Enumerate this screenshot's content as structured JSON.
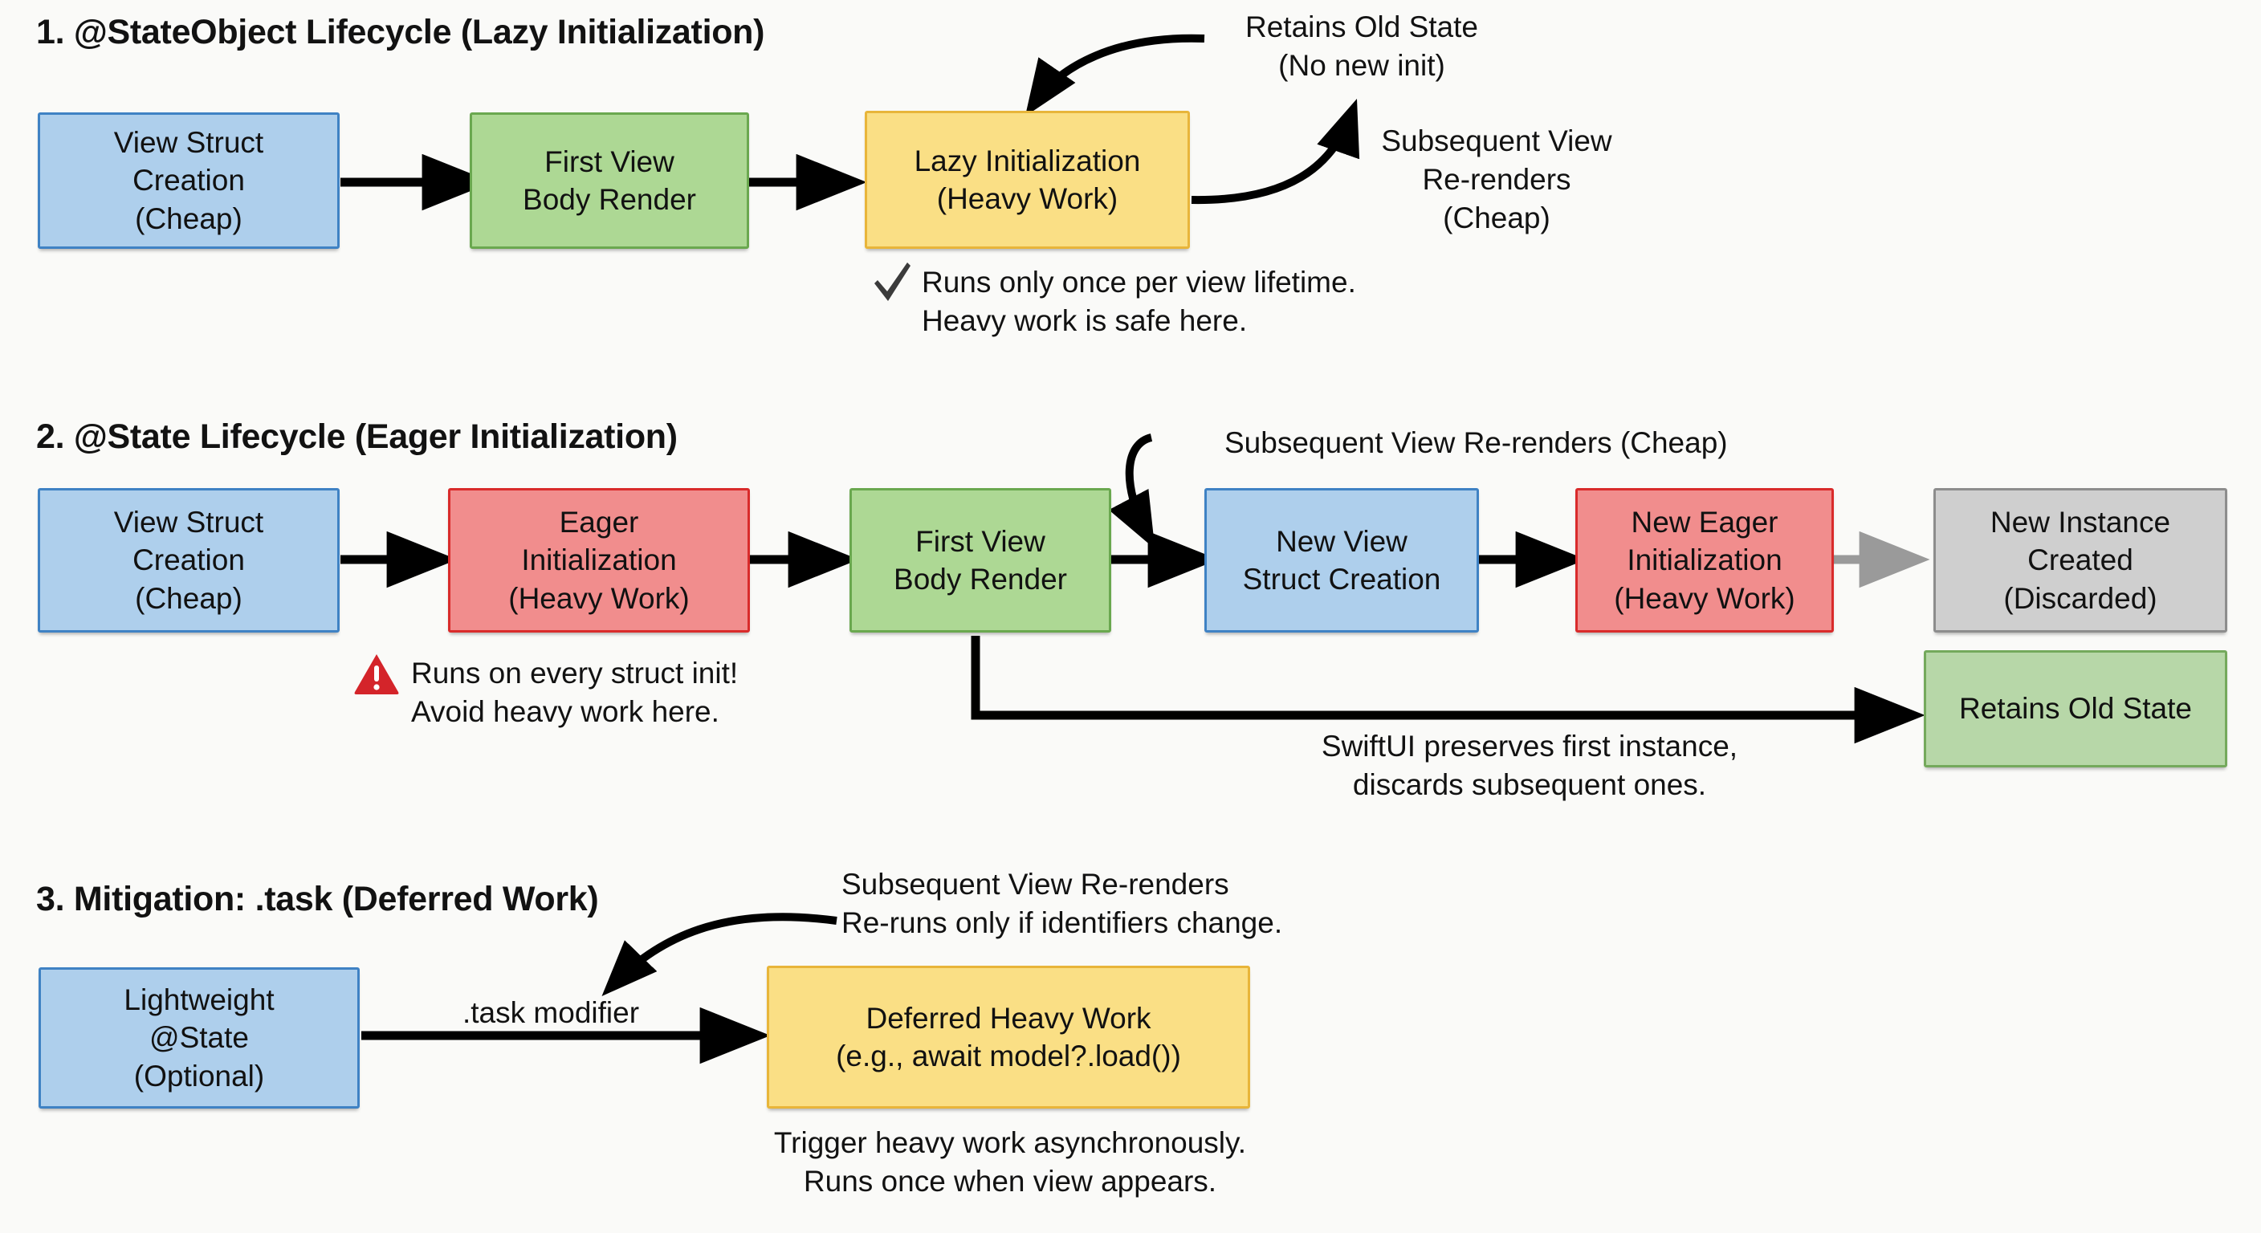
{
  "background_color": "#fafaf8",
  "palette": {
    "blue_fill": "#aecfec",
    "blue_border": "#3f82c4",
    "green_fill": "#add894",
    "green_border": "#6aa84f",
    "green_soft_fill": "#b7d7a8",
    "green_soft_border": "#74a95c",
    "yellow_fill": "#fadf85",
    "yellow_border": "#e8b53a",
    "red_fill": "#f18d8d",
    "red_border": "#d92b2b",
    "gray_fill": "#cfcfcf",
    "gray_border": "#8d8d8d",
    "arrow_black": "#000000",
    "arrow_gray": "#9a9a9a",
    "warning_red": "#d4242a",
    "check_dark": "#333333"
  },
  "sections": [
    {
      "id": "stateobject",
      "title": "1. @StateObject Lifecycle (Lazy Initialization)",
      "nodes": [
        {
          "id": "s1-view-struct",
          "label": "View Struct\nCreation\n(Cheap)",
          "color": "blue"
        },
        {
          "id": "s1-first-render",
          "label": "First View\nBody Render",
          "color": "green"
        },
        {
          "id": "s1-lazy-init",
          "label": "Lazy Initialization\n(Heavy Work)",
          "color": "yellow"
        }
      ],
      "annotations": [
        {
          "id": "s1-retains-old-state",
          "text": "Retains Old State\n(No new init)"
        },
        {
          "id": "s1-subsequent-renders",
          "text": "Subsequent View\nRe-renders\n(Cheap)"
        },
        {
          "id": "s1-safe-note",
          "icon": "check-icon",
          "text": "Runs only once per view lifetime.\nHeavy work is safe here."
        }
      ]
    },
    {
      "id": "state",
      "title": "2. @State Lifecycle (Eager Initialization)",
      "nodes": [
        {
          "id": "s2-view-struct",
          "label": "View Struct\nCreation\n(Cheap)",
          "color": "blue"
        },
        {
          "id": "s2-eager-init",
          "label": "Eager\nInitialization\n(Heavy Work)",
          "color": "red"
        },
        {
          "id": "s2-first-render",
          "label": "First View\nBody Render",
          "color": "green"
        },
        {
          "id": "s2-new-view-struct",
          "label": "New View\nStruct Creation",
          "color": "blue"
        },
        {
          "id": "s2-new-eager-init",
          "label": "New Eager\nInitialization\n(Heavy Work)",
          "color": "red"
        },
        {
          "id": "s2-new-instance",
          "label": "New Instance\nCreated\n(Discarded)",
          "color": "gray"
        },
        {
          "id": "s2-retains-state",
          "label": "Retains Old State",
          "color": "green-soft"
        }
      ],
      "annotations": [
        {
          "id": "s2-warning-note",
          "icon": "warning-icon",
          "text": "Runs on every struct init!\nAvoid heavy work here."
        },
        {
          "id": "s2-subsequent-renders",
          "text": "Subsequent View Re-renders (Cheap)"
        },
        {
          "id": "s2-preserve-note",
          "text": "SwiftUI preserves first instance,\ndiscards subsequent ones."
        }
      ]
    },
    {
      "id": "mitigation",
      "title": "3. Mitigation: .task (Deferred Work)",
      "nodes": [
        {
          "id": "s3-lightweight-state",
          "label": "Lightweight\n@State\n(Optional)",
          "color": "blue"
        },
        {
          "id": "s3-deferred-work",
          "label": "Deferred Heavy Work\n(e.g., await model?.load())",
          "color": "yellow"
        }
      ],
      "annotations": [
        {
          "id": "s3-task-modifier",
          "text": ".task modifier"
        },
        {
          "id": "s3-rerenders-note",
          "text": "Subsequent View Re-renders\nRe-runs only if identifiers change."
        },
        {
          "id": "s3-trigger-note",
          "text": "Trigger heavy work asynchronously.\nRuns once when view appears."
        }
      ]
    }
  ]
}
